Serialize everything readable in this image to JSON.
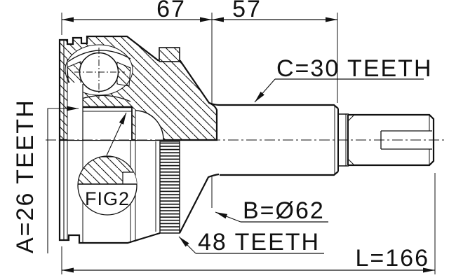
{
  "drawing": {
    "dimensions": {
      "body_width": "67",
      "shaft_length": "57",
      "overall_length": "L=166"
    },
    "labels": {
      "outer_spline": "C=30 TEETH",
      "inner_spline": "A=26 TEETH",
      "ring_diameter": "B=Ø62",
      "ring_teeth": "48 TEETH",
      "detail_figure": "FIG2"
    },
    "colors": {
      "line": "#111111",
      "background": "#ffffff"
    }
  }
}
